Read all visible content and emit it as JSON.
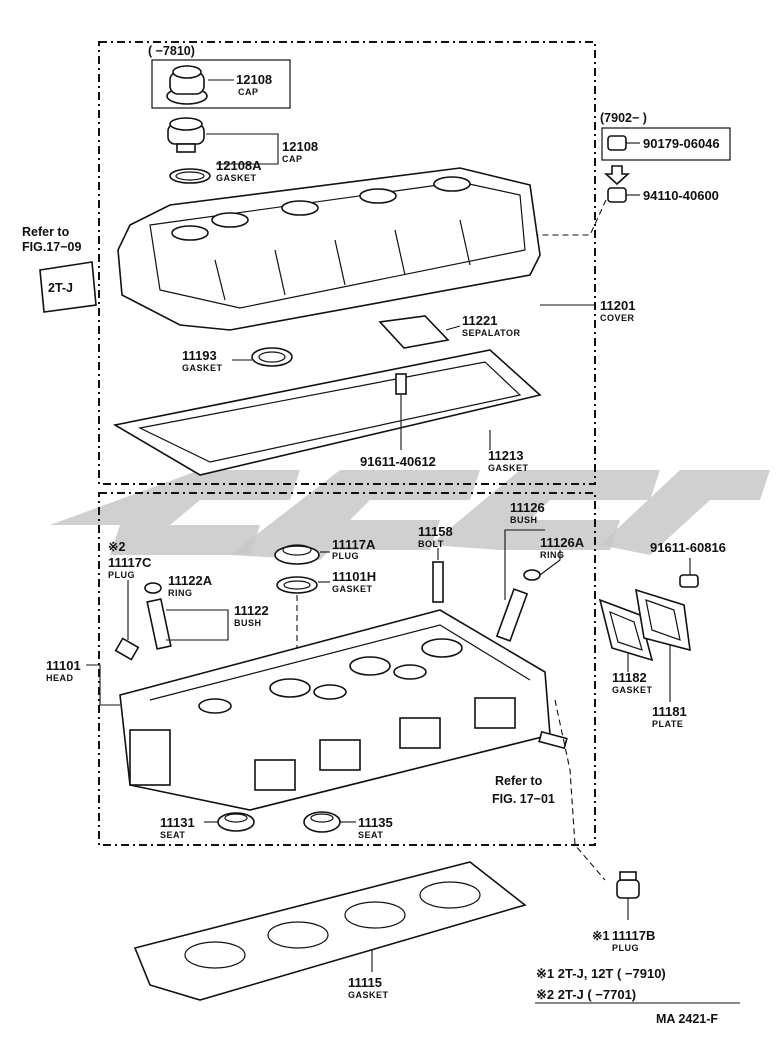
{
  "top_group": {
    "range_label": "(        −7810)"
  },
  "right_group": {
    "range_label": "(7902−          )"
  },
  "parts": {
    "cap_a": {
      "number": "12108",
      "name": "CAP"
    },
    "cap_b": {
      "number": "12108",
      "name": "CAP"
    },
    "gasket_12108a": {
      "number": "12108A",
      "name": "GASKET"
    },
    "bolt_90179": {
      "number": "90179-06046"
    },
    "nut_94110": {
      "number": "94110-40600"
    },
    "refer_top": {
      "line1": "Refer to",
      "line2": "FIG.17−09"
    },
    "emblem": {
      "text": "2T-J"
    },
    "cover": {
      "number": "11201",
      "name": "COVER"
    },
    "separator": {
      "number": "11221",
      "name": "SEPALATOR"
    },
    "gasket_11193": {
      "number": "11193",
      "name": "GASKET"
    },
    "gasket_11213": {
      "number": "11213",
      "name": "GASKET"
    },
    "bolt_91611_40612": {
      "number": "91611-40612"
    },
    "bush_11126": {
      "number": "11126",
      "name": "BUSH"
    },
    "bolt_11158": {
      "number": "11158",
      "name": "BOLT"
    },
    "plug_11117a": {
      "number": "11117A",
      "name": "PLUG"
    },
    "ring_11126a": {
      "number": "11126A",
      "name": "RING"
    },
    "bolt_91611_60816": {
      "number": "91611-60816"
    },
    "gasket_11101h": {
      "number": "11101H",
      "name": "GASKET"
    },
    "plug_11117c": {
      "mark": "※2",
      "number": "11117C",
      "name": "PLUG"
    },
    "ring_11122a": {
      "number": "11122A",
      "name": "RING"
    },
    "bush_11122": {
      "number": "11122",
      "name": "BUSH"
    },
    "head_11101": {
      "number": "11101",
      "name": "HEAD"
    },
    "gasket_11182": {
      "number": "11182",
      "name": "GASKET"
    },
    "plate_11181": {
      "number": "11181",
      "name": "PLATE"
    },
    "refer_bottom": {
      "line1": "Refer to",
      "line2": "FIG. 17−01"
    },
    "seat_11131": {
      "number": "11131",
      "name": "SEAT"
    },
    "seat_11135": {
      "number": "11135",
      "name": "SEAT"
    },
    "plug_11117b": {
      "mark": "※1",
      "number": "11117B",
      "name": "PLUG"
    },
    "gasket_11115": {
      "number": "11115",
      "name": "GASKET"
    }
  },
  "footnotes": {
    "note1": "※1  2T-J, 12T (          −7910)",
    "note2": "※2  2T-J (          −7701)"
  },
  "figure_code": "MA 2421-F",
  "colors": {
    "line": "#111111",
    "watermark": "#c8c8c8",
    "background": "#ffffff"
  }
}
